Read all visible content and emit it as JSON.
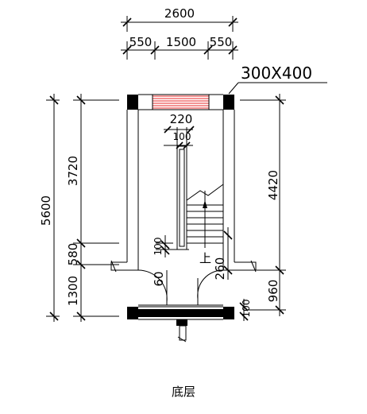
{
  "dims": {
    "top_total": "2600",
    "top_left": "550",
    "top_mid": "1500",
    "top_right": "550",
    "window": "300X400",
    "left_total": "5600",
    "left_upper": "3720",
    "left_mid": "580",
    "left_lower": "1300",
    "right_upper": "4420",
    "right_lower": "960",
    "inner_220": "220",
    "inner_100_top": "100",
    "inner_100_left": "100",
    "inner_260": "260",
    "inner_60": "60",
    "inner_100_bottom": "100"
  },
  "labels": {
    "up_marker": "上",
    "caption": "底层"
  },
  "colors": {
    "window_glazing": "#e8282a"
  }
}
